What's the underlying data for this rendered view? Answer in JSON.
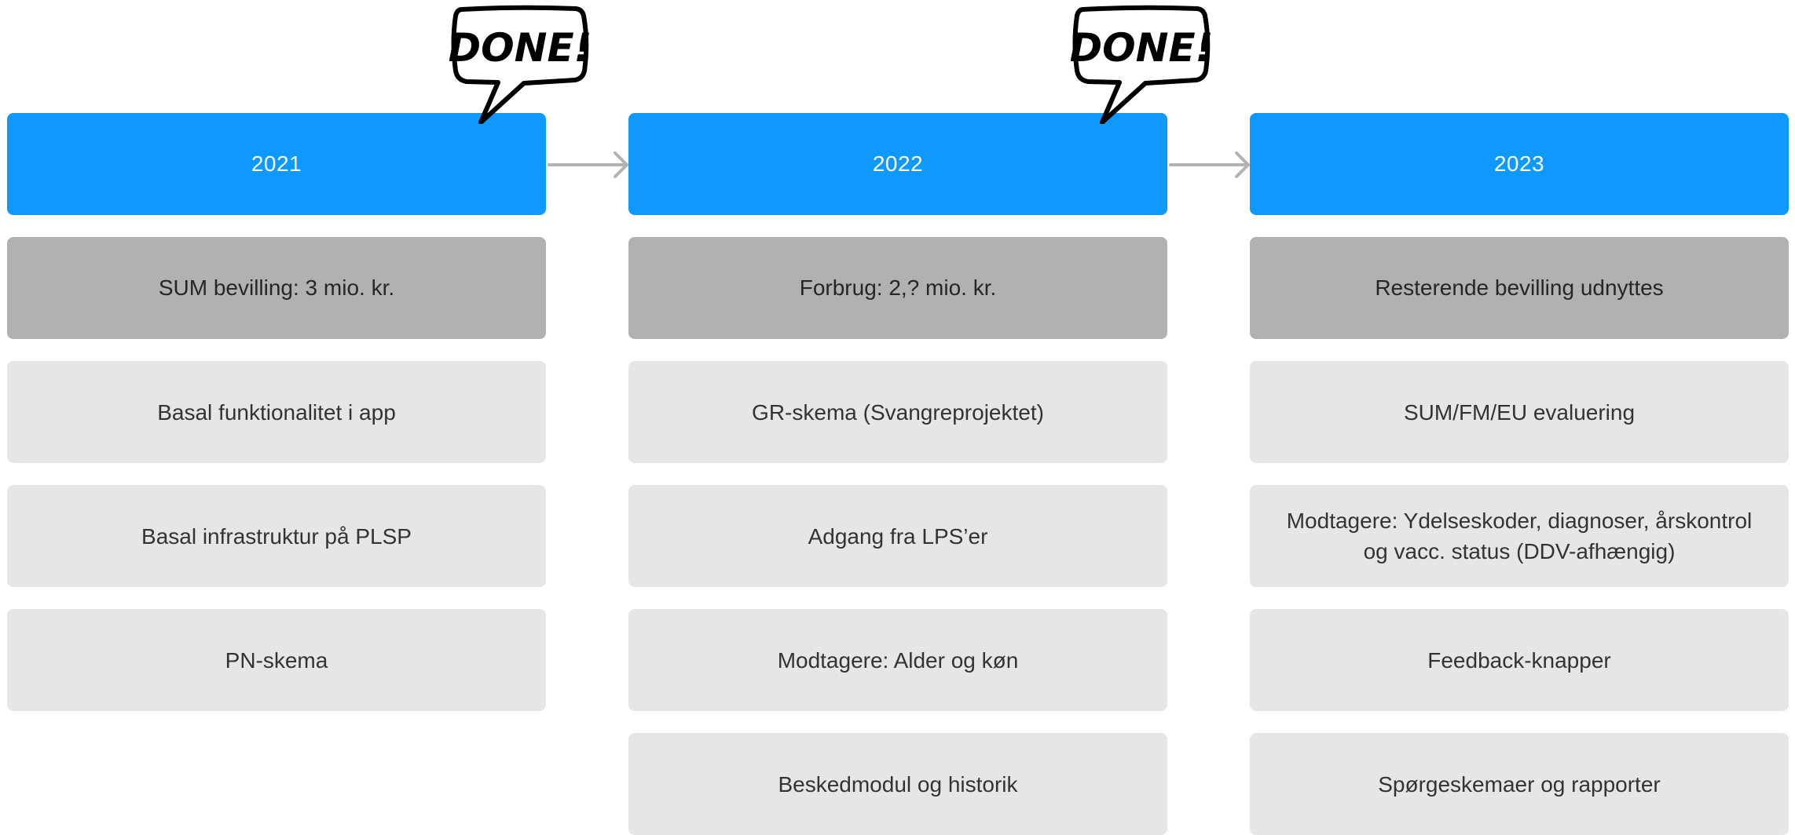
{
  "columns": [
    {
      "year": "2021",
      "budget": "SUM bevilling: 3 mio. kr.",
      "items": [
        "Basal funktionalitet i app",
        "Basal infrastruktur på PLSP",
        "PN-skema"
      ]
    },
    {
      "year": "2022",
      "budget": "Forbrug: 2,? mio. kr.",
      "items": [
        "GR-skema (Svangreprojektet)",
        "Adgang fra LPS’er",
        "Modtagere: Alder og køn",
        "Beskedmodul og historik"
      ]
    },
    {
      "year": "2023",
      "budget": "Resterende bevilling udnyttes",
      "items": [
        "SUM/FM/EU evaluering",
        "Modtagere: Ydelseskoder, diagnoser, årskontrol og vacc. status (DDV-afhængig)",
        "Feedback-knapper",
        "Spørgeskemaer og rapporter"
      ]
    }
  ],
  "badges": [
    {
      "label": "DONE!"
    },
    {
      "label": "DONE!"
    }
  ],
  "colors": {
    "header": "#0f99fd",
    "budget": "#b1b1b1",
    "item": "#e6e6e6",
    "arrow": "#b3b3b3"
  }
}
